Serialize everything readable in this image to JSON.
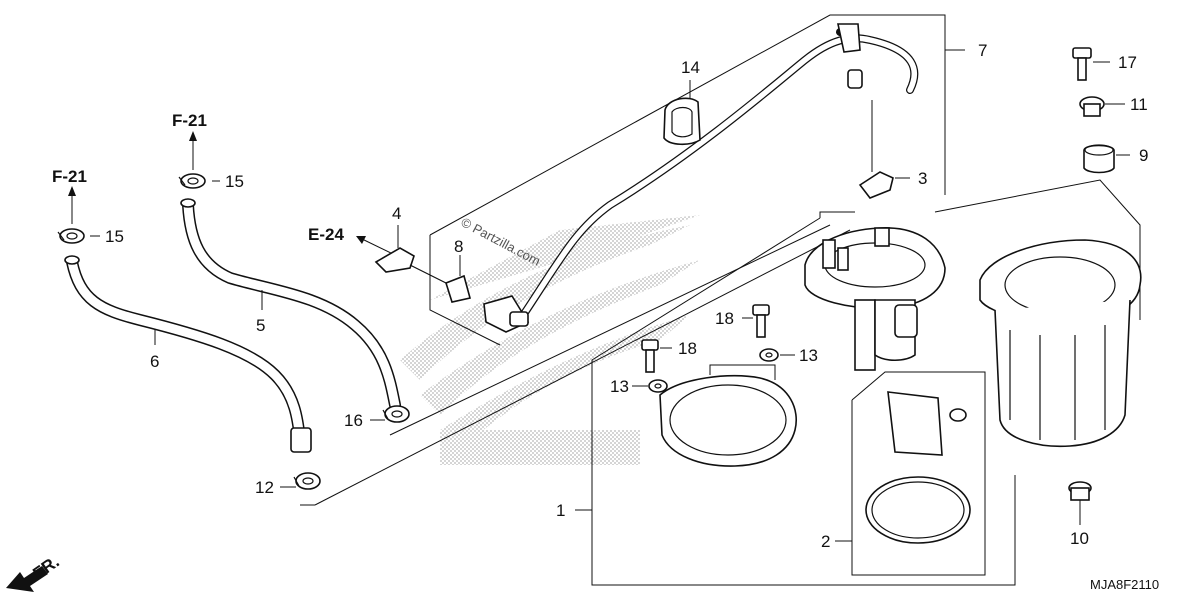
{
  "callouts": {
    "c1": "1",
    "c2": "2",
    "c3": "3",
    "c4": "4",
    "c5": "5",
    "c6": "6",
    "c7": "7",
    "c8": "8",
    "c9": "9",
    "c10": "10",
    "c11": "11",
    "c12": "12",
    "c13a": "13",
    "c13b": "13",
    "c14": "14",
    "c15a": "15",
    "c15b": "15",
    "c16": "16",
    "c17": "17",
    "c18a": "18",
    "c18b": "18"
  },
  "references": {
    "f21_left": "F-21",
    "f21_mid": "F-21",
    "e24": "E-24"
  },
  "watermark": {
    "text": "© Partzilla.com"
  },
  "direction": {
    "label": "FR."
  },
  "diagram_code": "MJA8F2110"
}
